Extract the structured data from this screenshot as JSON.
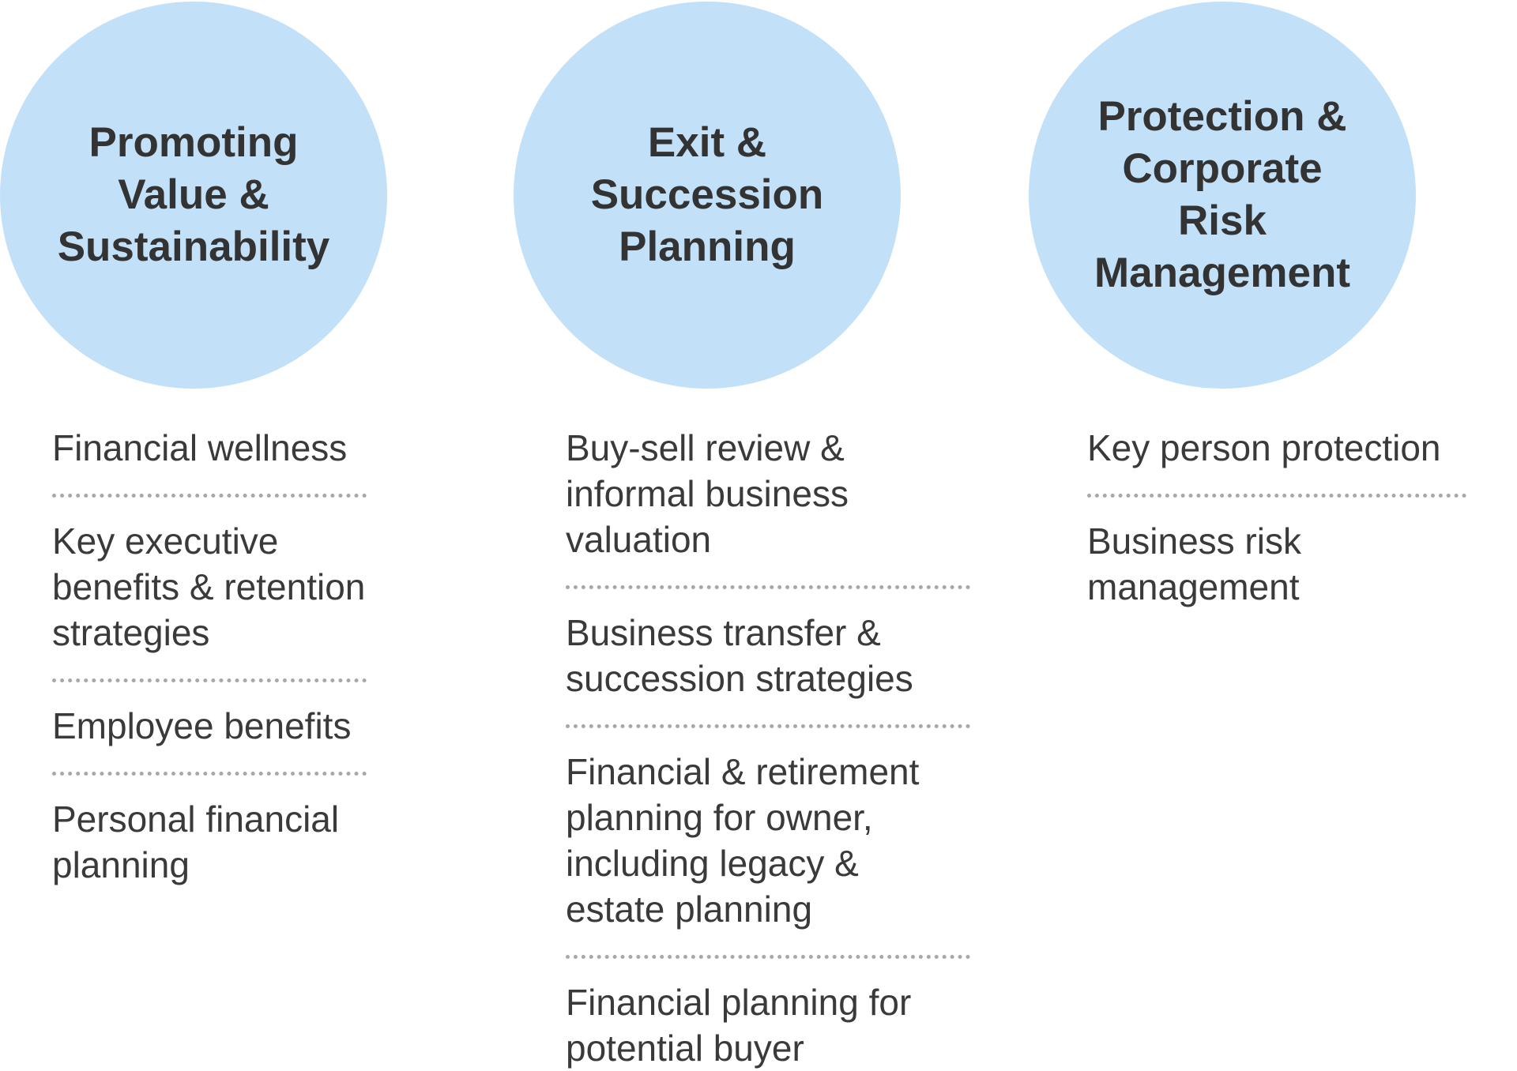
{
  "columns": [
    {
      "title": "Promoting\nValue &\nSustainability",
      "items": [
        "Financial wellness",
        "Key executive\nbenefits & retention\nstrategies",
        "Employee benefits",
        "Personal financial\nplanning"
      ]
    },
    {
      "title": "Exit &\nSuccession\nPlanning",
      "items": [
        "Buy-sell review &\ninformal business\nvaluation",
        "Business transfer &\nsuccession strategies",
        "Financial & retirement\nplanning for owner,\nincluding legacy &\nestate planning",
        "Financial planning for\npotential buyer"
      ]
    },
    {
      "title": "Protection &\nCorporate\nRisk\nManagement",
      "items": [
        "Key person protection",
        "Business risk\nmanagement"
      ]
    }
  ],
  "colors": {
    "circle_fill": "#c2e0f8",
    "title_text": "#333333",
    "item_text": "#3a3a3a",
    "divider": "#a8a8a8"
  }
}
